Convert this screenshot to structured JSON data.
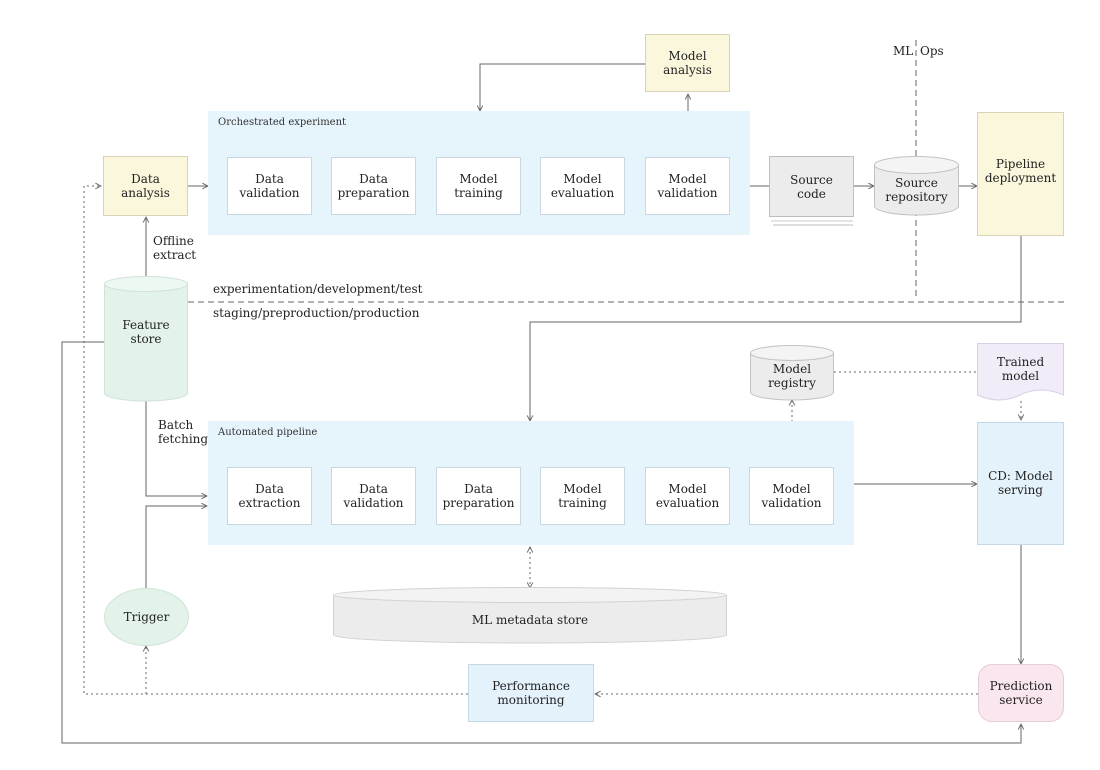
{
  "ops_divider": {
    "left_label": "ML",
    "right_label": "Ops"
  },
  "environments": {
    "upper": "experimentation/development/test",
    "lower": "staging/preproduction/production"
  },
  "orchestrated_experiment": {
    "title": "Orchestrated experiment",
    "steps": [
      "Data\nvalidation",
      "Data\npreparation",
      "Model\ntraining",
      "Model\nevaluation",
      "Model\nvalidation"
    ]
  },
  "automated_pipeline": {
    "title": "Automated pipeline",
    "steps": [
      "Data\nextraction",
      "Data\nvalidation",
      "Data\npreparation",
      "Model\ntraining",
      "Model\nevaluation",
      "Model\nvalidation"
    ]
  },
  "nodes": {
    "data_analysis": "Data\nanalysis",
    "model_analysis": "Model\nanalysis",
    "source_code": "Source\ncode",
    "source_repository": "Source\nrepository",
    "pipeline_deployment": "Pipeline\ndeployment",
    "feature_store": "Feature\nstore",
    "model_registry": "Model\nregistry",
    "trained_model": "Trained\nmodel",
    "cd_model_serving": "CD: Model\nserving",
    "ml_metadata_store": "ML metadata store",
    "trigger": "Trigger",
    "performance_monitoring": "Performance\nmonitoring",
    "prediction_service": "Prediction\nservice"
  },
  "edge_labels": {
    "offline_extract": "Offline\nextract",
    "batch_fetching": "Batch\nfetching"
  },
  "colors": {
    "panel": "#e6f4fc",
    "yellow": "#fbf7dc",
    "blue": "#e4f2fb",
    "green": "#e3f3ea",
    "pink": "#f9e6ee",
    "gray": "#ececec",
    "line": "#666666"
  }
}
